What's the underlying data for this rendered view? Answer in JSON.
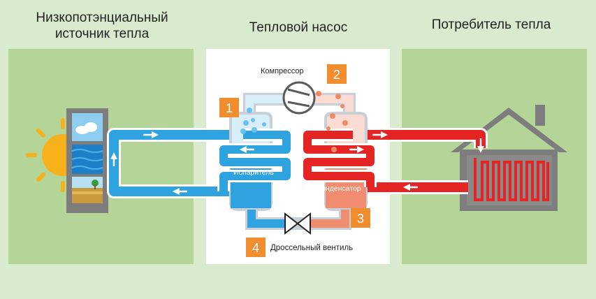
{
  "sections": {
    "source": {
      "title": "Низкопотэнциальный источник тепла"
    },
    "pump": {
      "title": "Тепловой насос"
    },
    "consumer": {
      "title": "Потребитель тепла"
    }
  },
  "components": {
    "evaporator": {
      "label": "Испаритель"
    },
    "compressor": {
      "label": "Компрессор"
    },
    "condenser": {
      "label": "Конденсатор"
    },
    "valve": {
      "label": "Дроссельный вентиль"
    }
  },
  "steps": [
    "1",
    "2",
    "3",
    "4"
  ],
  "colors": {
    "background": "#d9ebcf",
    "panel_green": "#b4d597",
    "panel_white": "#ffffff",
    "cold": "#2fa3e0",
    "cold_light": "#a8d6f2",
    "hot": "#e52424",
    "hot_light": "#f08d70",
    "step_badge": "#f08d2e",
    "house": "#7d7d7d"
  }
}
